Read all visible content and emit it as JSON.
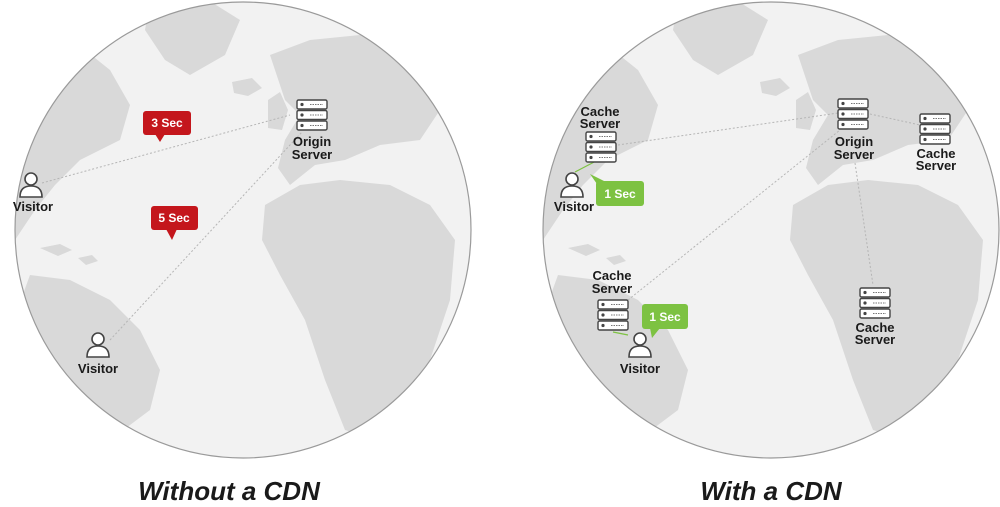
{
  "left_panel": {
    "caption": "Without a CDN",
    "origin_label": [
      "Origin",
      "Server"
    ],
    "visitor_top_label": "Visitor",
    "visitor_bottom_label": "Visitor",
    "bubble_top": "3 Sec",
    "bubble_bottom": "5 Sec"
  },
  "right_panel": {
    "caption": "With a CDN",
    "origin_label": [
      "Origin",
      "Server"
    ],
    "cache_nw_label": [
      "Cache",
      "Server"
    ],
    "cache_east_label": [
      "Cache",
      "Server"
    ],
    "cache_sw_label": [
      "Cache",
      "Server"
    ],
    "cache_south_label": [
      "Cache",
      "Server"
    ],
    "visitor_top_label": "Visitor",
    "visitor_bottom_label": "Visitor",
    "bubble_top": "1 Sec",
    "bubble_bottom": "1 Sec"
  },
  "colors": {
    "ocean": "#f2f2f2",
    "land": "#d9d9d9",
    "slow_bubble": "#c4161c",
    "fast_bubble": "#7dc242",
    "outline": "#9a9a9a",
    "icon": "#444444"
  }
}
